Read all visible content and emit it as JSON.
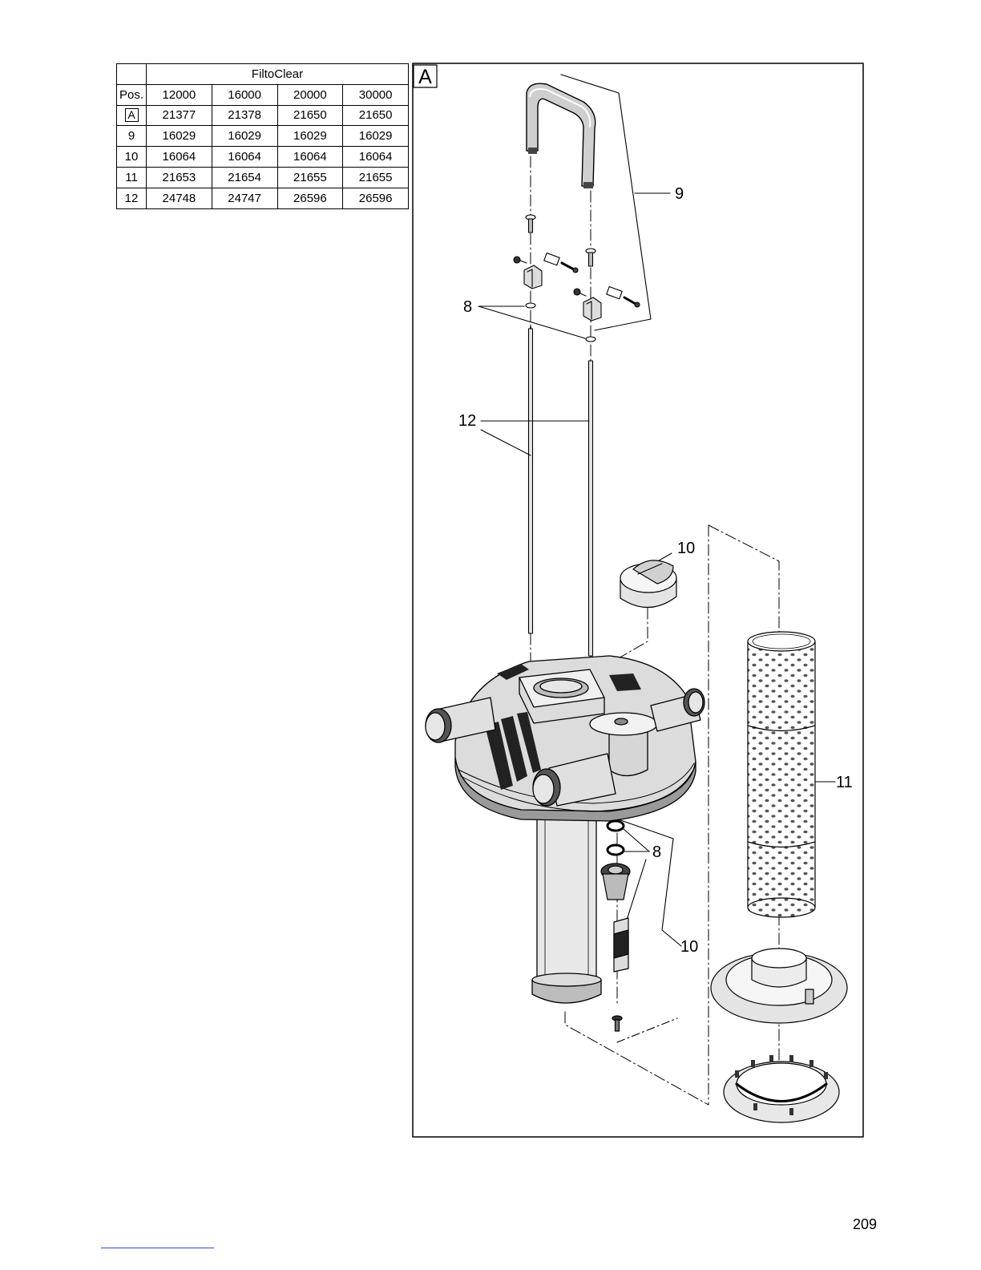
{
  "table": {
    "product": "FiltoClear",
    "pos_header": "Pos.",
    "models": [
      "12000",
      "16000",
      "20000",
      "30000"
    ],
    "rows": [
      {
        "pos": "A",
        "values": [
          "21377",
          "21378",
          "21650",
          "21650"
        ]
      },
      {
        "pos": "9",
        "values": [
          "16029",
          "16029",
          "16029",
          "16029"
        ]
      },
      {
        "pos": "10",
        "values": [
          "16064",
          "16064",
          "16064",
          "16064"
        ]
      },
      {
        "pos": "11",
        "values": [
          "21653",
          "21654",
          "21655",
          "21655"
        ]
      },
      {
        "pos": "12",
        "values": [
          "24748",
          "24747",
          "26596",
          "26596"
        ]
      }
    ]
  },
  "diagram": {
    "frame_label": "A",
    "callouts": {
      "handle": "9",
      "seal_top": "8",
      "rods": "12",
      "knob": "10",
      "filter_sleeve": "11",
      "seal_bottom": "8",
      "valve": "10"
    }
  },
  "page_number": "209"
}
